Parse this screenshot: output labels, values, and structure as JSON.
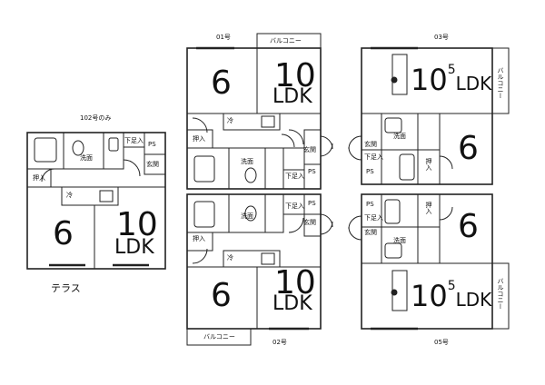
{
  "units": {
    "u102": {
      "note": "102号のみ",
      "terrace": "テラス",
      "room1": "6",
      "room2": "10",
      "room2_sub": "LDK"
    },
    "u101": {
      "label": "01号",
      "balcony": "バルコニー",
      "room1": "6",
      "room2": "10",
      "room2_sub": "LDK"
    },
    "u201": {
      "room1": "6",
      "room2": "10",
      "room2_sub": "LDK",
      "balcony": "バルコニー",
      "label": "02号"
    },
    "u103": {
      "label": "03号",
      "room_main": "10",
      "room_main_sup": "5",
      "room_main_sub": "LDK",
      "balcony": "バルコニー",
      "room2": "6"
    },
    "u105": {
      "room2": "6",
      "room_main": "10",
      "room_main_sup": "5",
      "room_main_sub": "LDK",
      "balcony": "バルコニー",
      "label": "05号"
    }
  },
  "fixtures": {
    "washroom": "洗面",
    "fridge": "冷",
    "closet": "押入",
    "entrance": "玄関",
    "shoe_box": "下足入",
    "ps": "PS"
  }
}
